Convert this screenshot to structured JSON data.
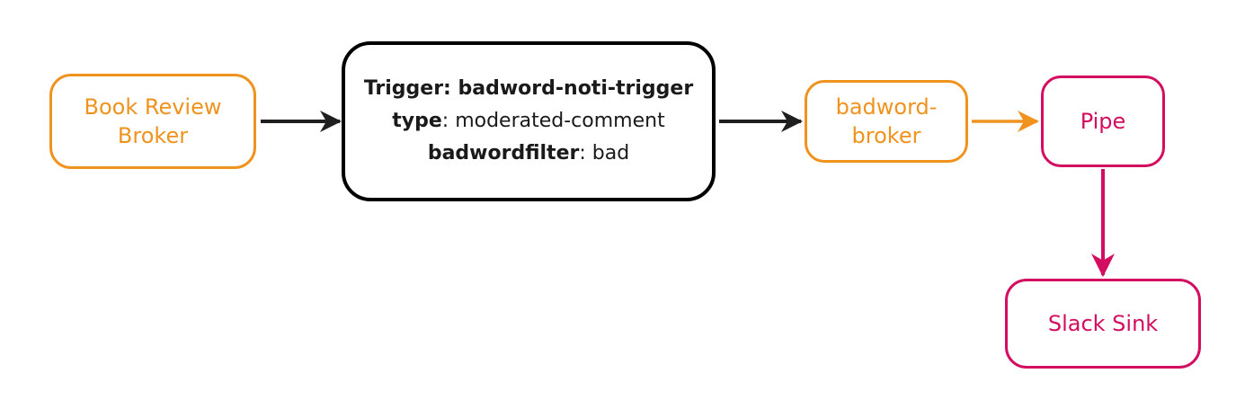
{
  "diagram": {
    "type": "flowchart",
    "background": "#FFFFFF",
    "nodes": {
      "book_review_broker": {
        "label": "Book Review Broker",
        "color": "#F0931E",
        "shape": "rounded-rect"
      },
      "trigger": {
        "line1_bold": "Trigger: badword-noti-trigger",
        "line1_rest": "",
        "line2_bold": "type",
        "line2_rest": ": moderated-comment",
        "line3_bold": "badwordfilter",
        "line3_rest": ": bad",
        "color": "#000000",
        "shape": "rounded-rect"
      },
      "badword_broker": {
        "label": "badword-broker",
        "color": "#F0931E",
        "shape": "rounded-rect"
      },
      "pipe": {
        "label": "Pipe",
        "color": "#D30E60",
        "shape": "rounded-rect"
      },
      "slack_sink": {
        "label": "Slack Sink",
        "color": "#D30E60",
        "shape": "rounded-rect"
      }
    },
    "edges": [
      {
        "from": "book_review_broker",
        "to": "trigger",
        "color": "#1F1F1F",
        "direction": "right"
      },
      {
        "from": "trigger",
        "to": "badword_broker",
        "color": "#1F1F1F",
        "direction": "right"
      },
      {
        "from": "badword_broker",
        "to": "pipe",
        "color": "#F0931E",
        "direction": "right"
      },
      {
        "from": "pipe",
        "to": "slack_sink",
        "color": "#D30E60",
        "direction": "down"
      }
    ],
    "colors": {
      "orange": "#F0931E",
      "pink": "#D30E60",
      "black": "#000000",
      "arrow_dark": "#1F1F1F",
      "background": "#FFFFFF"
    }
  }
}
